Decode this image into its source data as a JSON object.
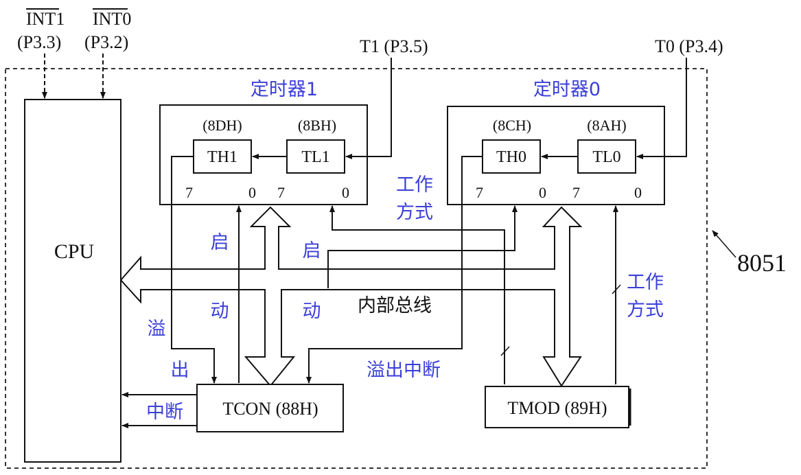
{
  "pins": {
    "int1_name": "INT1",
    "int0_name": "INT0",
    "int1_pin": "(P3.3)",
    "int0_pin": "(P3.2)",
    "t1": "T1 (P3.5)",
    "t0": "T0 (P3.4)"
  },
  "chip_label": "8051",
  "cpu_label": "CPU",
  "timer1": {
    "title": "定时器1",
    "th_addr": "(8DH)",
    "tl_addr": "(8BH)",
    "th": "TH1",
    "tl": "TL1"
  },
  "timer0": {
    "title": "定时器0",
    "th_addr": "(8CH)",
    "tl_addr": "(8AH)",
    "th": "TH0",
    "tl": "TL0"
  },
  "bits": {
    "msb": "7",
    "lsb": "0"
  },
  "bus_label": "内部总线",
  "labels": {
    "start_1": "启",
    "move_1": "动",
    "start_2": "启",
    "move_2": "动",
    "mode_1a": "工作",
    "mode_1b": "方式",
    "mode_2a": "工作",
    "mode_2b": "方式",
    "overflow_a": "溢",
    "overflow_b": "出",
    "overflow_interrupt": "溢出中断",
    "interrupt": "中断"
  },
  "tcon_label": "TCON (88H)",
  "tmod_label": "TMOD (89H)",
  "colors": {
    "annotation": "#3b3fd8",
    "line": "#111111"
  }
}
